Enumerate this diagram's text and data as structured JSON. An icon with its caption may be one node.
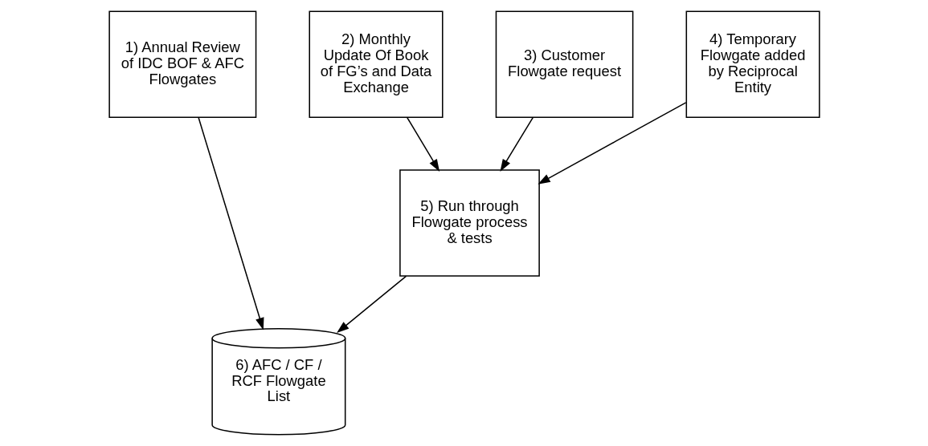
{
  "diagram": {
    "nodes": [
      {
        "text": [
          "1) Annual Review of IDC BOF & AFC Flowgates"
        ]
      },
      {
        "text": [
          "2) Monthly Update Of Book of FG’s and Data Exchange"
        ]
      },
      {
        "text": [
          "3) Customer Flowgate request"
        ]
      },
      {
        "text": [
          "4) Temporary Flowgate added by Reciprocal Entity"
        ]
      },
      {
        "text": [
          "5) Run through Flowgate process & tests"
        ]
      },
      {
        "text": [
          "6) AFC / CF / RCF Flowgate List"
        ]
      }
    ],
    "edges": [
      {
        "from": 1,
        "to": 4,
        "arrow": "to"
      },
      {
        "from": 2,
        "to": 4,
        "arrow": "to"
      },
      {
        "from": 3,
        "to": 4,
        "arrow": "to"
      },
      {
        "from": 4,
        "to": 5,
        "arrow": "to"
      },
      {
        "from": 0,
        "to": 5,
        "arrow": "to"
      }
    ]
  }
}
